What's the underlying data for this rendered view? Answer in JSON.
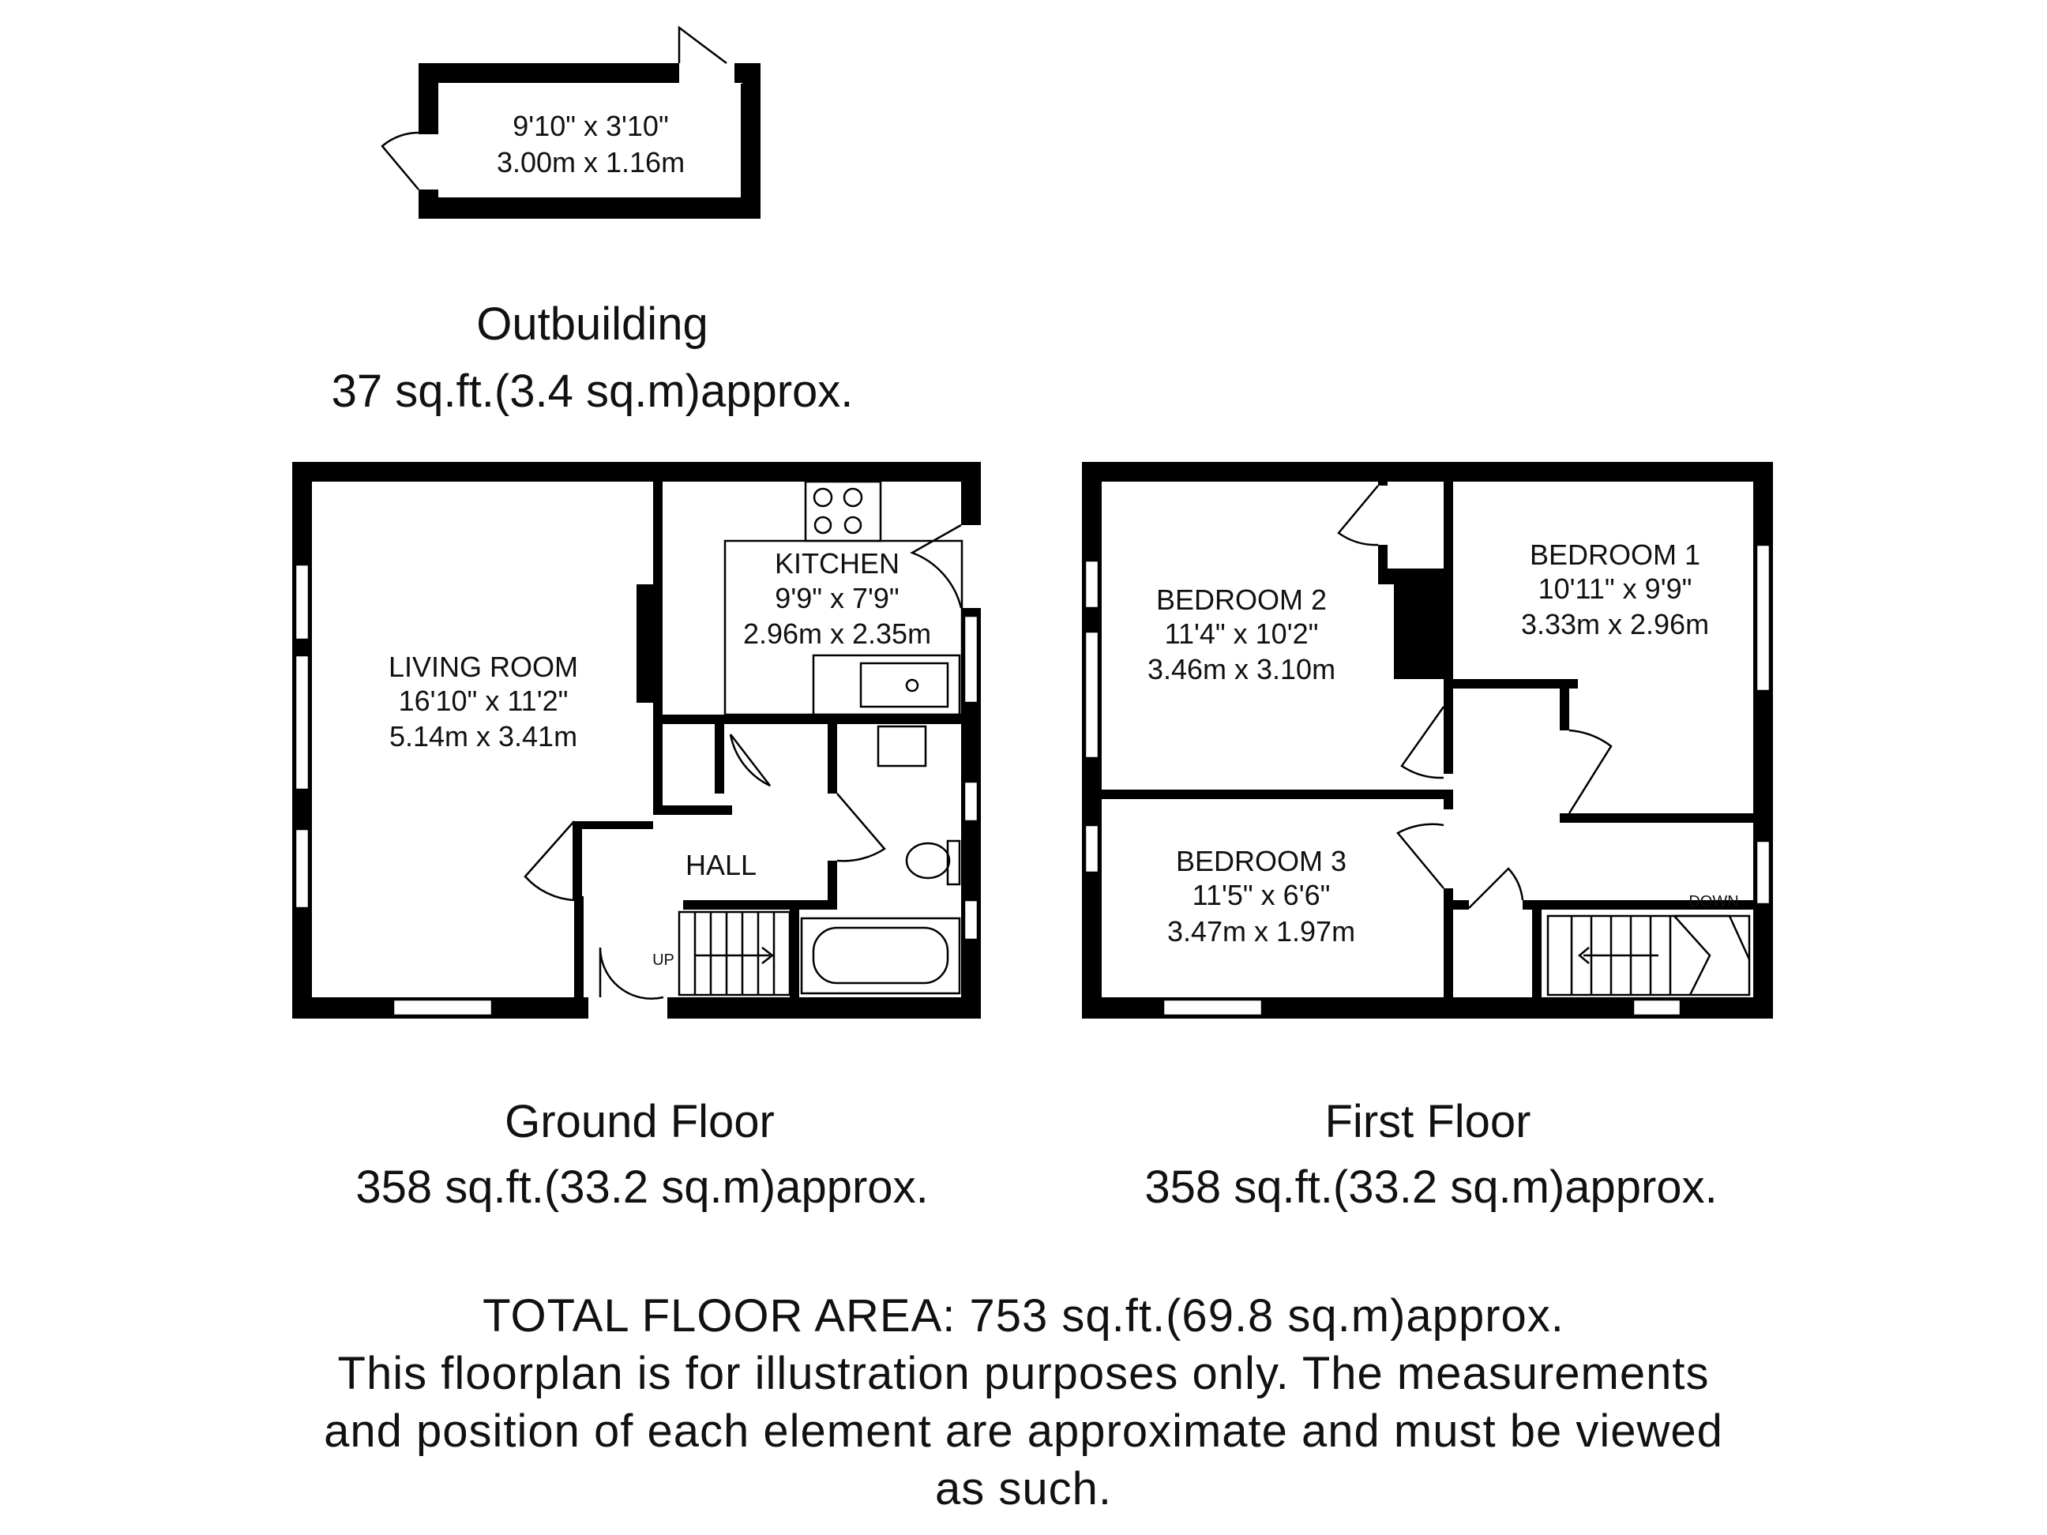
{
  "outbuilding": {
    "dim_imperial": "9'10\" x 3'10\"",
    "dim_metric": "3.00m x 1.16m",
    "title": "Outbuilding",
    "area": "37 sq.ft.(3.4 sq.m)approx."
  },
  "ground_floor": {
    "title": "Ground Floor",
    "area": "358 sq.ft.(33.2 sq.m)approx.",
    "living_room": {
      "name": "LIVING ROOM",
      "dim_imperial": "16'10\" x 11'2\"",
      "dim_metric": "5.14m x 3.41m"
    },
    "kitchen": {
      "name": "KITCHEN",
      "dim_imperial": "9'9\" x 7'9\"",
      "dim_metric": "2.96m x 2.35m"
    },
    "hall": {
      "name": "HALL"
    },
    "stairs_label": "UP"
  },
  "first_floor": {
    "title": "First Floor",
    "area": "358 sq.ft.(33.2 sq.m)approx.",
    "bedroom_1": {
      "name": "BEDROOM 1",
      "dim_imperial": "10'11\" x 9'9\"",
      "dim_metric": "3.33m x 2.96m"
    },
    "bedroom_2": {
      "name": "BEDROOM 2",
      "dim_imperial": "11'4\" x 10'2\"",
      "dim_metric": "3.46m x 3.10m"
    },
    "bedroom_3": {
      "name": "BEDROOM 3",
      "dim_imperial": "11'5\" x 6'6\"",
      "dim_metric": "3.47m x 1.97m"
    },
    "stairs_label": "DOWN"
  },
  "total": {
    "line": "TOTAL FLOOR AREA: 753 sq.ft.(69.8 sq.m)approx."
  },
  "disclaimer": {
    "line1": "This floorplan is for illustration purposes only. The measurements",
    "line2": "and position of each element are approximate and must be viewed",
    "line3": "as such."
  }
}
